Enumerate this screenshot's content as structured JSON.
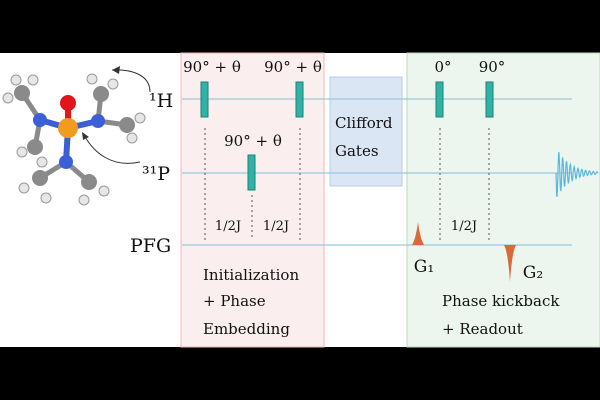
{
  "labels": {
    "h_channel": "¹H",
    "p_channel": "³¹P",
    "pfg_channel": "PFG",
    "pulse_1": "90° + θ",
    "pulse_2": "90° + θ",
    "pulse_3": "0°",
    "pulse_4": "90°",
    "pulse_p": "90° + θ",
    "delay_1": "1/2J",
    "delay_2": "1/2J",
    "delay_3": "1/2J",
    "gradient_1": "G₁",
    "gradient_2": "G₂",
    "block_init_line1": "Initialization",
    "block_init_line2": "+ Phase",
    "block_init_line3": "Embedding",
    "block_clifford_line1": "Clifford",
    "block_clifford_line2": "Gates",
    "block_readout_line1": "Phase kickback",
    "block_readout_line2": "+ Readout"
  },
  "colors": {
    "pulse": "#2fb3a7",
    "init_region": "#fbeeee",
    "clifford_region": "#dbe6f4",
    "readout_region": "#edf6ee",
    "gradient": "#d86a3a",
    "fid": "#5bb8dd",
    "oxygen": "#e0161c",
    "phosphorus": "#f29c1f",
    "nitrogen": "#3b5fd8",
    "carbon": "#8a8a8a",
    "hydrogen": "#e6e6e6"
  }
}
